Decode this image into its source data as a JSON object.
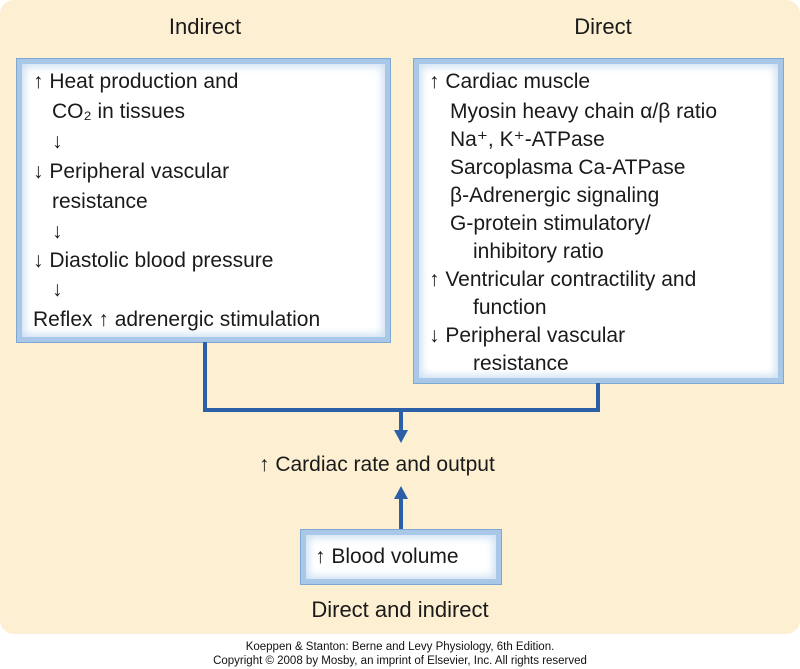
{
  "headings": {
    "indirect": "Indirect",
    "direct": "Direct",
    "both": "Direct and indirect"
  },
  "indirect_box": {
    "lines": [
      "↑ Heat production and",
      "CO₂ in tissues",
      "↓",
      "↓ Peripheral vascular",
      "resistance",
      "↓",
      "↓ Diastolic blood pressure",
      "↓",
      "Reflex ↑ adrenergic stimulation"
    ]
  },
  "direct_box": {
    "lines": [
      "↑ Cardiac muscle",
      "Myosin heavy chain α/β ratio",
      "Na⁺, K⁺-ATPase",
      "Sarcoplasma Ca-ATPase",
      "β-Adrenergic signaling",
      "G-protein stimulatory/",
      "inhibitory ratio",
      "↑ Ventricular contractility and",
      "function",
      "↓ Peripheral vascular",
      "resistance"
    ]
  },
  "outcome": "↑ Cardiac rate and output",
  "blood_box": "↑ Blood volume",
  "footer": {
    "line1": "Koeppen & Stanton: Berne and Levy Physiology, 6th Edition.",
    "line2": "Copyright © 2008 by Mosby, an imprint of Elsevier, Inc. All rights reserved"
  },
  "colors": {
    "panel": "#fcefd2",
    "box_border": "#a9c8e8",
    "connector": "#2b5fa6"
  }
}
